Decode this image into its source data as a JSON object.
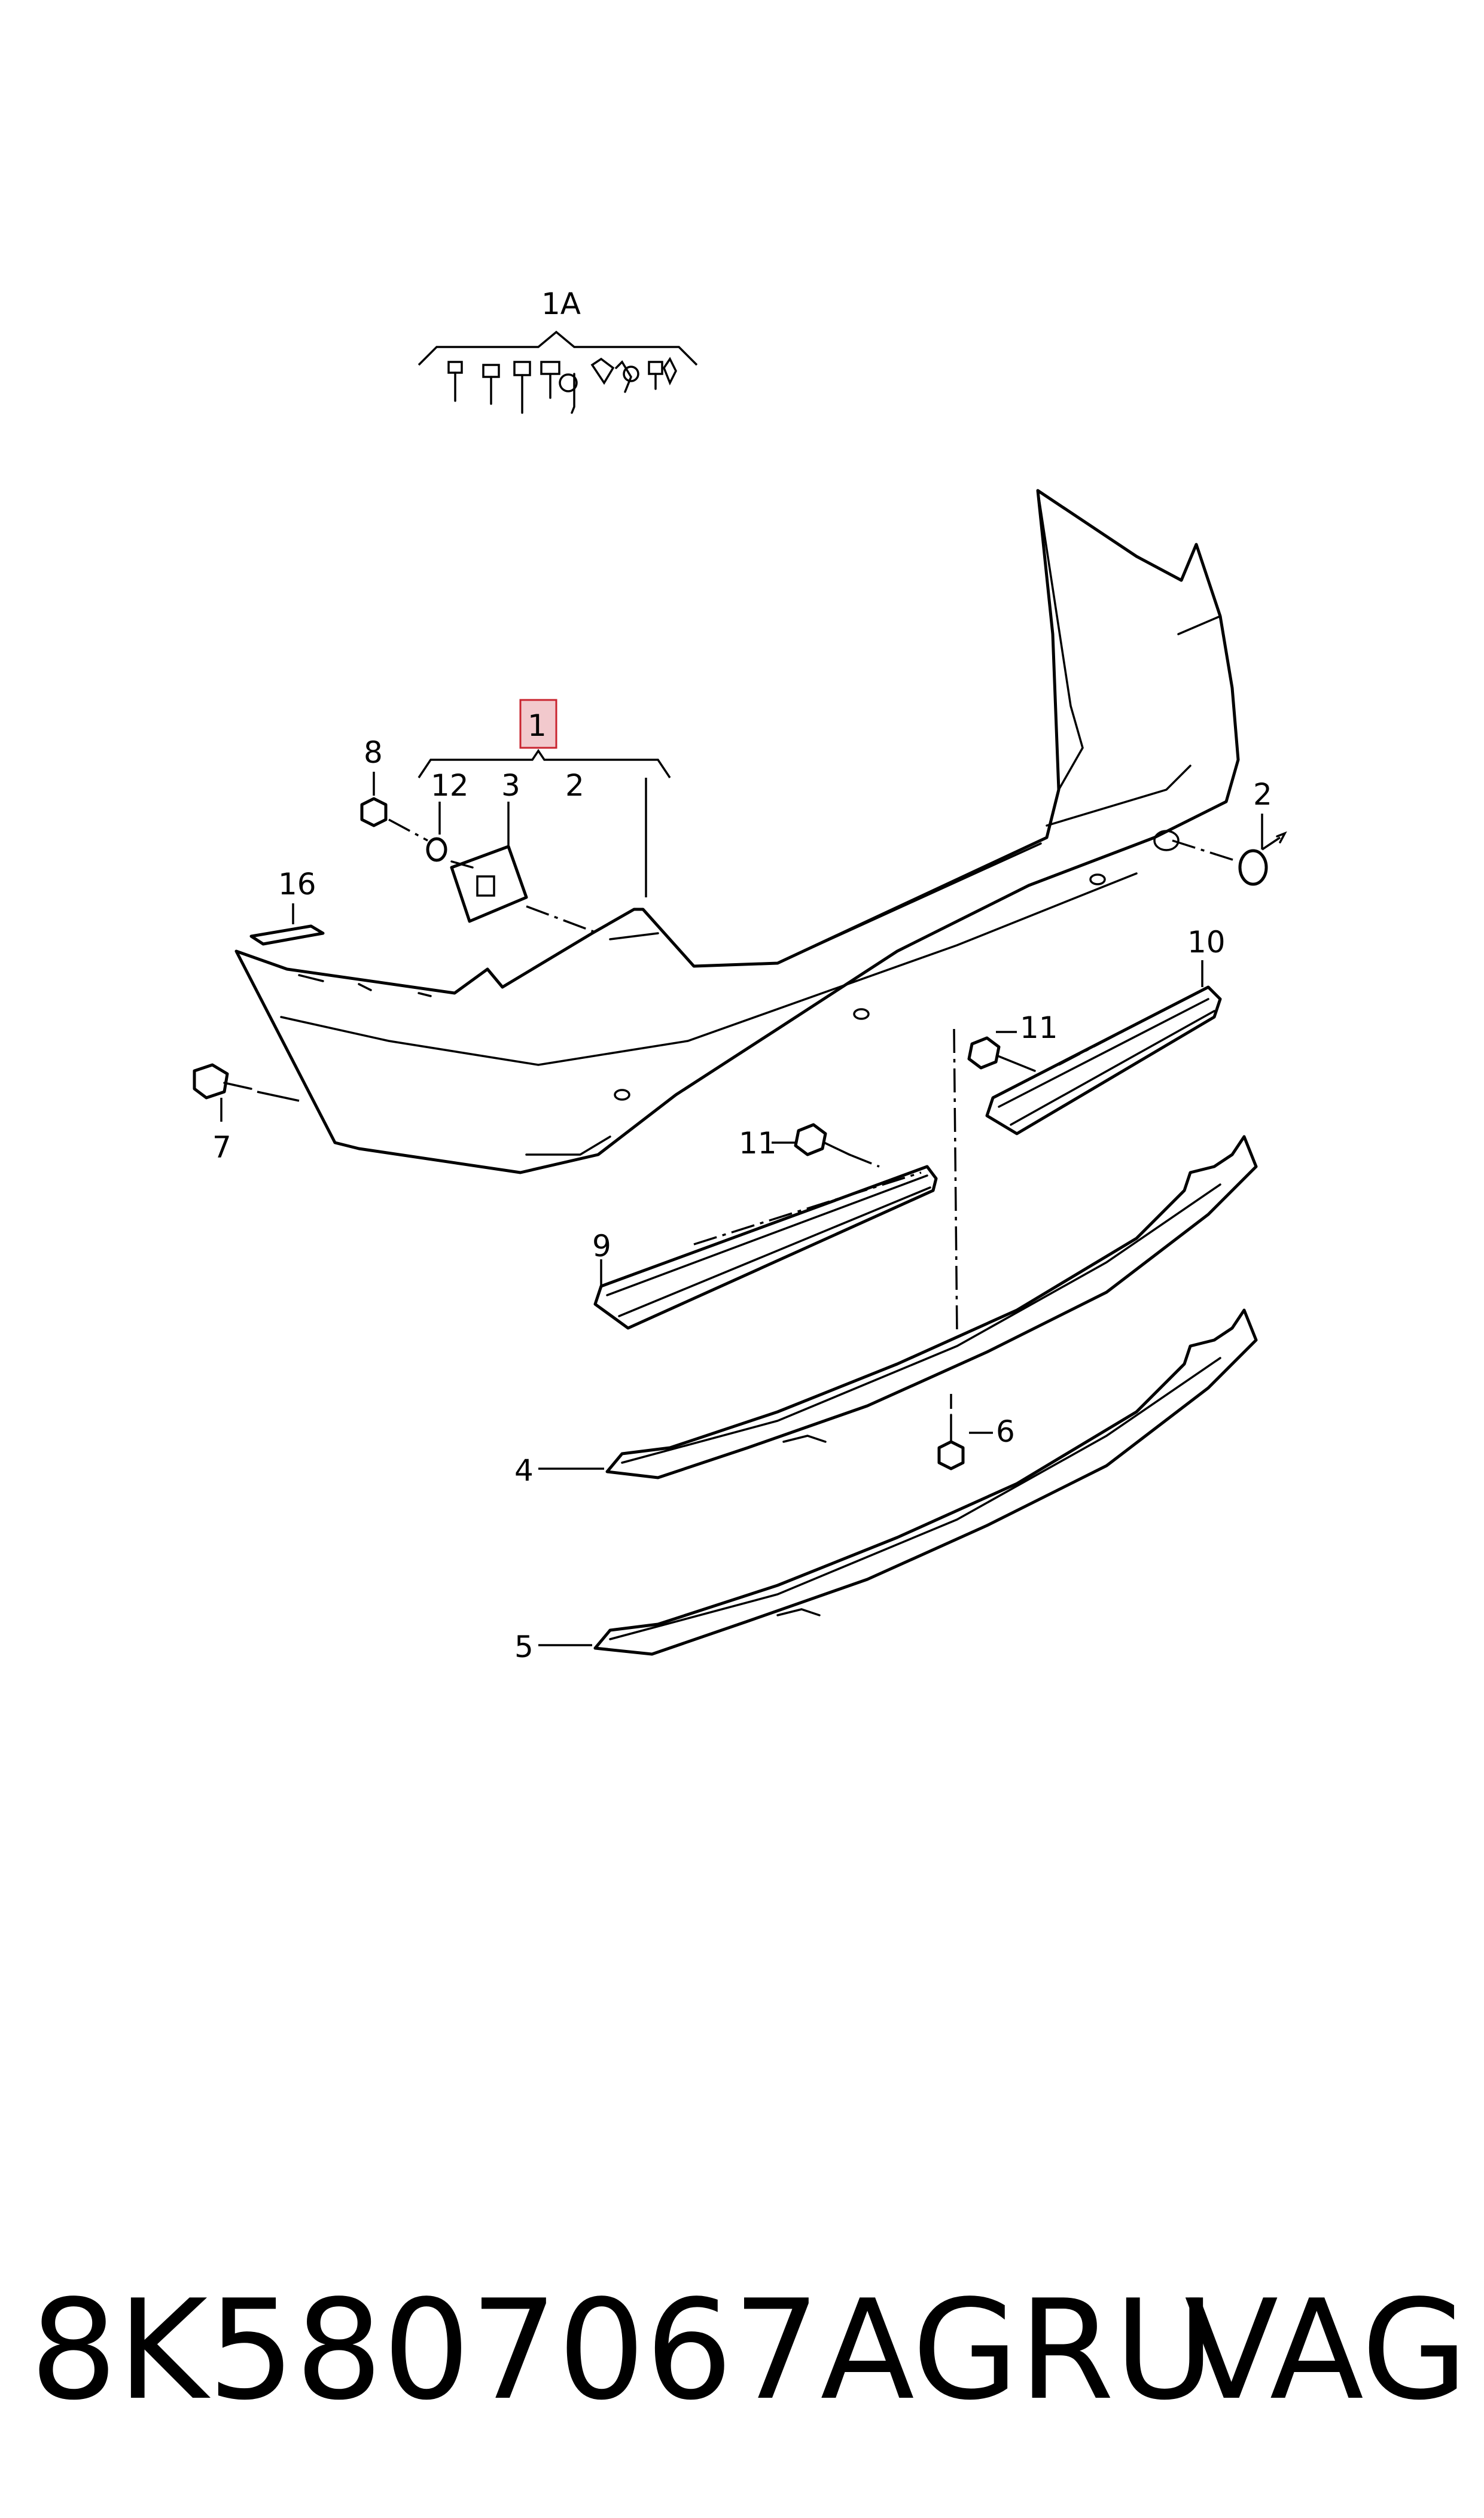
{
  "labels": {
    "l1A": "1A",
    "l1": "1",
    "l2a": "2",
    "l2b": "2",
    "l3": "3",
    "l4": "4",
    "l5": "5",
    "l6": "6",
    "l7": "7",
    "l8": "8",
    "l9": "9",
    "l10": "10",
    "l11a": "11",
    "l11b": "11",
    "l12": "12",
    "l16": "16"
  },
  "highlight_color": "#f2c9cd",
  "highlight_stroke": "#c9242f",
  "footer": {
    "part_number": "8K5807067AGRU",
    "brand": "VAG"
  }
}
